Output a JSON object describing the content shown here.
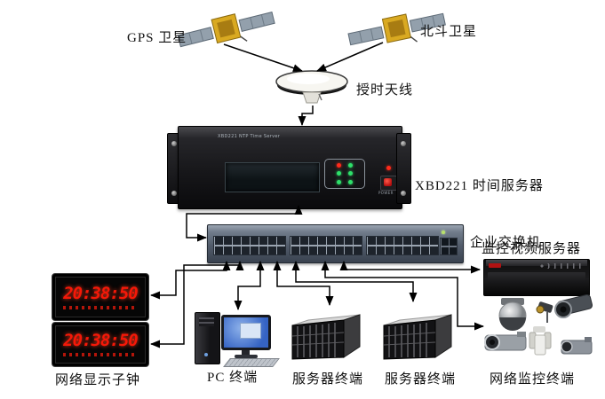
{
  "diagram_title": "",
  "nodes": {
    "gps_satellite": {
      "label": "GPS 卫星"
    },
    "beidou_satellite": {
      "label": "北斗卫星"
    },
    "timing_antenna": {
      "label": "授时天线"
    },
    "time_server": {
      "label": "XBD221 时间服务器",
      "faceplate_text": "XBD221 NTP Time Server",
      "power_button_label": "POWER"
    },
    "enterprise_switch": {
      "label": "企业交换机"
    },
    "video_surveillance_server": {
      "label": "监控视频服务器"
    },
    "network_display_clocks": {
      "label": "网络显示子钟",
      "time": "20:38:50"
    },
    "pc_terminal": {
      "label": "PC 终端"
    },
    "server_terminal_1": {
      "label": "服务器终端"
    },
    "server_terminal_2": {
      "label": "服务器终端"
    },
    "network_camera_terminals": {
      "label": "网络监控终端"
    }
  },
  "connections": [
    {
      "from": "gps_satellite",
      "to": "timing_antenna"
    },
    {
      "from": "beidou_satellite",
      "to": "timing_antenna"
    },
    {
      "from": "timing_antenna",
      "to": "time_server"
    },
    {
      "from": "time_server",
      "to": "enterprise_switch",
      "bidirectional": true
    },
    {
      "from": "enterprise_switch",
      "to": "network_display_clock_top"
    },
    {
      "from": "enterprise_switch",
      "to": "network_display_clock_bottom"
    },
    {
      "from": "enterprise_switch",
      "to": "pc_terminal"
    },
    {
      "from": "enterprise_switch",
      "to": "server_terminal_1"
    },
    {
      "from": "enterprise_switch",
      "to": "server_terminal_2"
    },
    {
      "from": "enterprise_switch",
      "to": "network_camera_terminals"
    },
    {
      "from": "enterprise_switch",
      "to": "video_surveillance_server"
    }
  ],
  "colors": {
    "background": "#ffffff",
    "connector": "#000000",
    "clock_digits": "#f51808",
    "monitor_screen": "#3563c4",
    "switch_chassis": "#525c6b",
    "power_button": "#b60f0f",
    "satellite_body": "#d9a921",
    "led_green": "#2ee06a",
    "led_red": "#ff2a1a"
  }
}
